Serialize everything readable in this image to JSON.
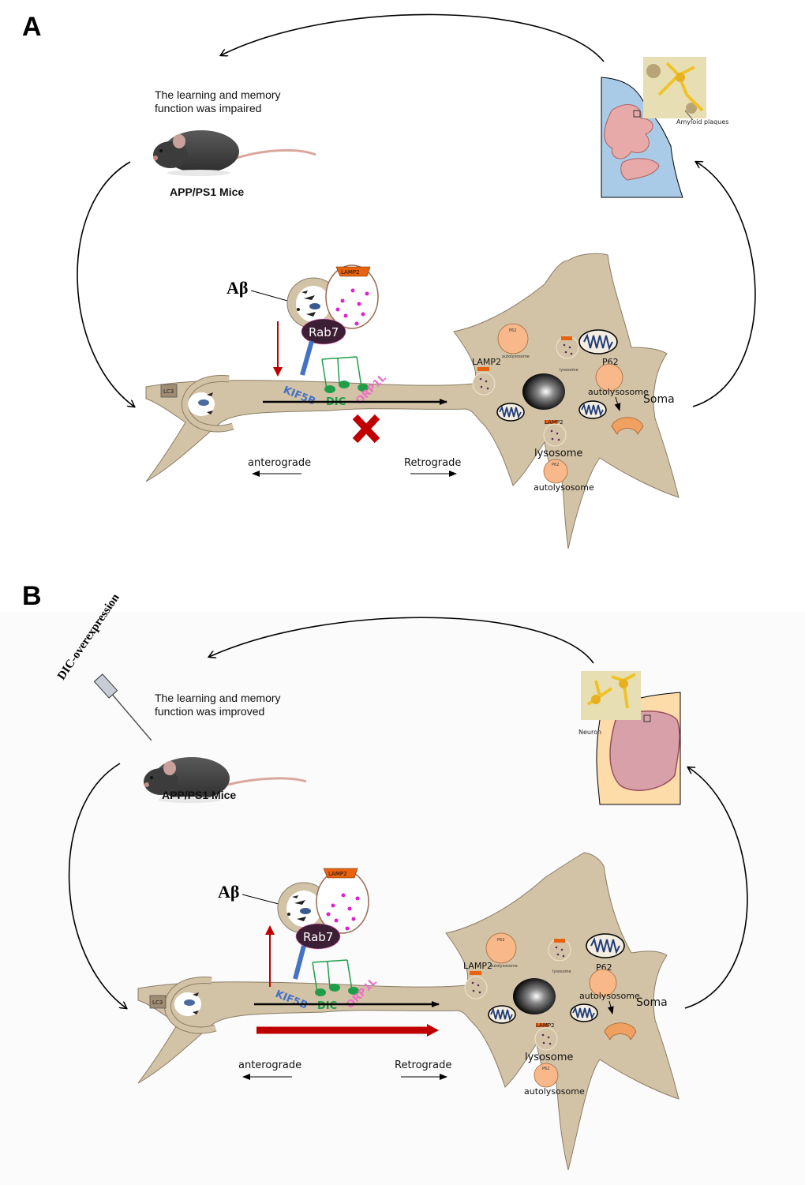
{
  "figure": {
    "panels": [
      {
        "label": "A",
        "outcome_line1": "The learning and memory",
        "outcome_line2": "function was impaired",
        "mouse_label": "APP/PS1 Mice",
        "brain_annotation": "Amyloid plaques",
        "brain_bg_color": "#a9cbe8",
        "intervention": "",
        "transport_state": "blocked",
        "red_arrow_direction": "down"
      },
      {
        "label": "B",
        "outcome_line1": "The learning and memory",
        "outcome_line2": "function was improved",
        "mouse_label": "APP/PS1 Mice",
        "brain_annotation": "Neuron",
        "brain_bg_color": "#fddcaa",
        "intervention": "DIC-overexpression",
        "transport_state": "enhanced",
        "red_arrow_direction": "up"
      }
    ],
    "neuron": {
      "abeta_label": "Aβ",
      "lamp2_label": "LAMP2",
      "rab7_label": "Rab7",
      "kif5b_label": "KIF5B",
      "dic_label": "DIC",
      "orp1l_label": "ORP1L",
      "lc3_label": "LC3",
      "anterograde_label": "anterograde",
      "retrograde_label": "Retrograde",
      "soma_label": "Soma",
      "lysosome_label": "lysosome",
      "autolysosome_label": "autolysosome",
      "p62_label": "P62",
      "small_autolysosome_label": "autolysosome",
      "small_lysosome_label": "lysosome"
    },
    "colors": {
      "neuron_fill": "#d3c3a6",
      "neuron_stroke": "#8a7c66",
      "lamp2_orange": "#e8620f",
      "rab7_dark": "#3d1f35",
      "kif5b_blue": "#4472c4",
      "dic_green": "#1f9e4a",
      "orp1l_pink": "#f06ec8",
      "red": "#c00000",
      "autolysosome_fill": "#f9b88a",
      "cargo_magenta": "#e020d0"
    }
  }
}
